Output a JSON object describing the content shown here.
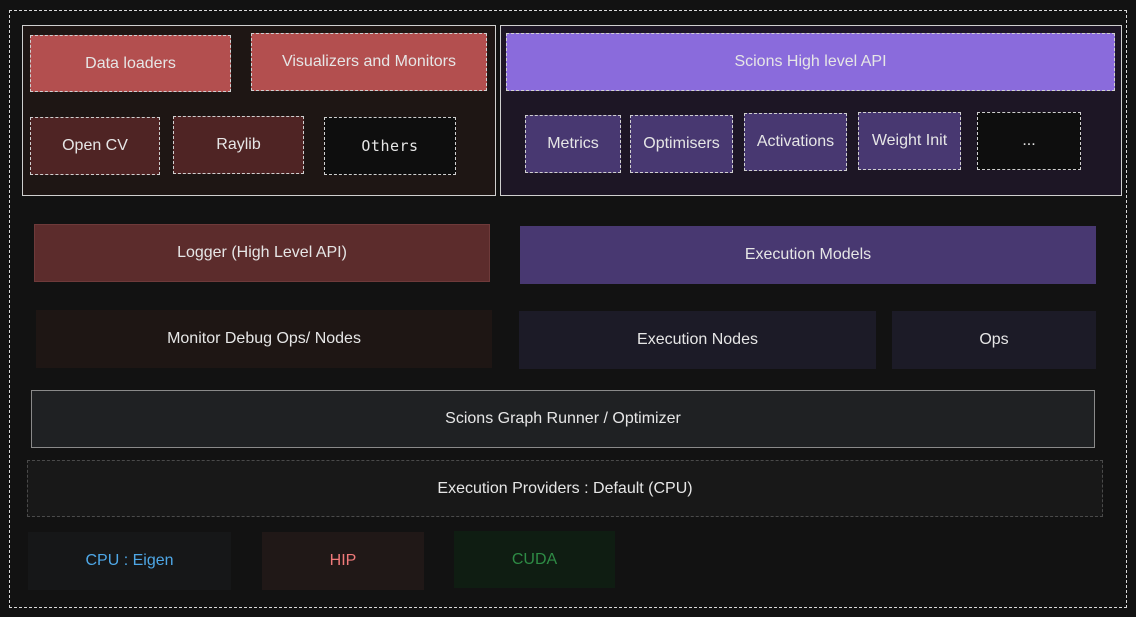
{
  "colors": {
    "background": "#121212",
    "red_box": "#b34f4f",
    "red_dark_box": "#4f2424",
    "red_panel": "#1e1614",
    "purple_box": "#8a6bdc",
    "purple_dark_box": "#483871",
    "purple_panel": "#1d1625",
    "cpu_text": "#4ea7e6",
    "hip_text": "#f07a7a",
    "cuda_text": "#2e8b45"
  },
  "left_panel": {
    "data_loaders": "Data loaders",
    "visualizers": "Visualizers and Monitors",
    "opencv": "Open CV",
    "raylib": "Raylib",
    "others": "Others"
  },
  "right_panel": {
    "high_level_api": "Scions High level API",
    "metrics": "Metrics",
    "optimisers": "Optimisers",
    "activations": "Activations",
    "weight_init": "Weight Init",
    "more": "..."
  },
  "layers": {
    "logger": "Logger (High Level API)",
    "execution_models": "Execution Models",
    "monitor_debug": "Monitor Debug Ops/ Nodes",
    "execution_nodes": "Execution Nodes",
    "ops": "Ops",
    "graph_runner": "Scions Graph Runner / Optimizer",
    "execution_providers": "Execution Providers : Default (CPU)"
  },
  "providers": {
    "cpu": "CPU : Eigen",
    "hip": "HIP",
    "cuda": "CUDA"
  }
}
